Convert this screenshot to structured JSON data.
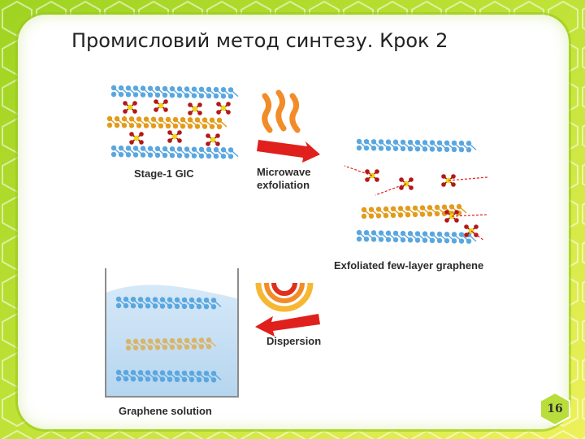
{
  "slide": {
    "title": "Промисловий метод синтезу. Крок 2",
    "page_number": "16"
  },
  "diagram": {
    "stage1_label": "Stage-1 GIC",
    "microwave_label_line1": "Microwave",
    "microwave_label_line2": "exfoliation",
    "exfoliated_label": "Exfoliated few-layer graphene",
    "dispersion_label": "Dispersion",
    "solution_label": "Graphene solution"
  },
  "colors": {
    "graphene_blue": "#5aa7e0",
    "graphene_orange": "#e39b1c",
    "arrow_red": "#e0201c",
    "heat_orange": "#f28c28",
    "background_green": "#9ecb2e"
  }
}
